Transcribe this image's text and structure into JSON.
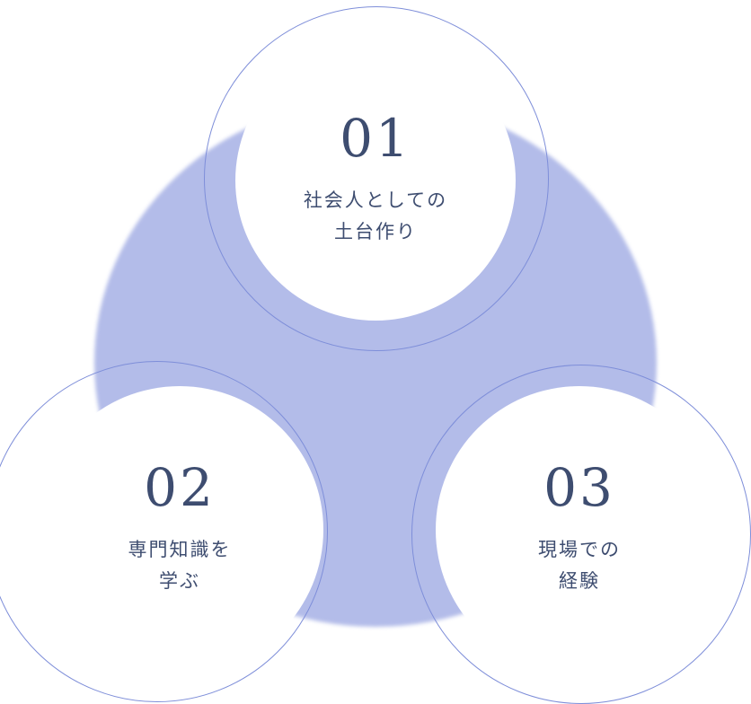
{
  "diagram": {
    "steps": [
      {
        "number": "01",
        "lines": [
          "社会人としての",
          "土台作り"
        ]
      },
      {
        "number": "02",
        "lines": [
          "専門知識を",
          "学ぶ"
        ]
      },
      {
        "number": "03",
        "lines": [
          "現場での",
          "経験"
        ]
      }
    ],
    "colors": {
      "blob": "#b3bce9",
      "ring": "#7e8ed9",
      "text": "#3e4d70",
      "circle_fill": "#ffffff"
    }
  }
}
